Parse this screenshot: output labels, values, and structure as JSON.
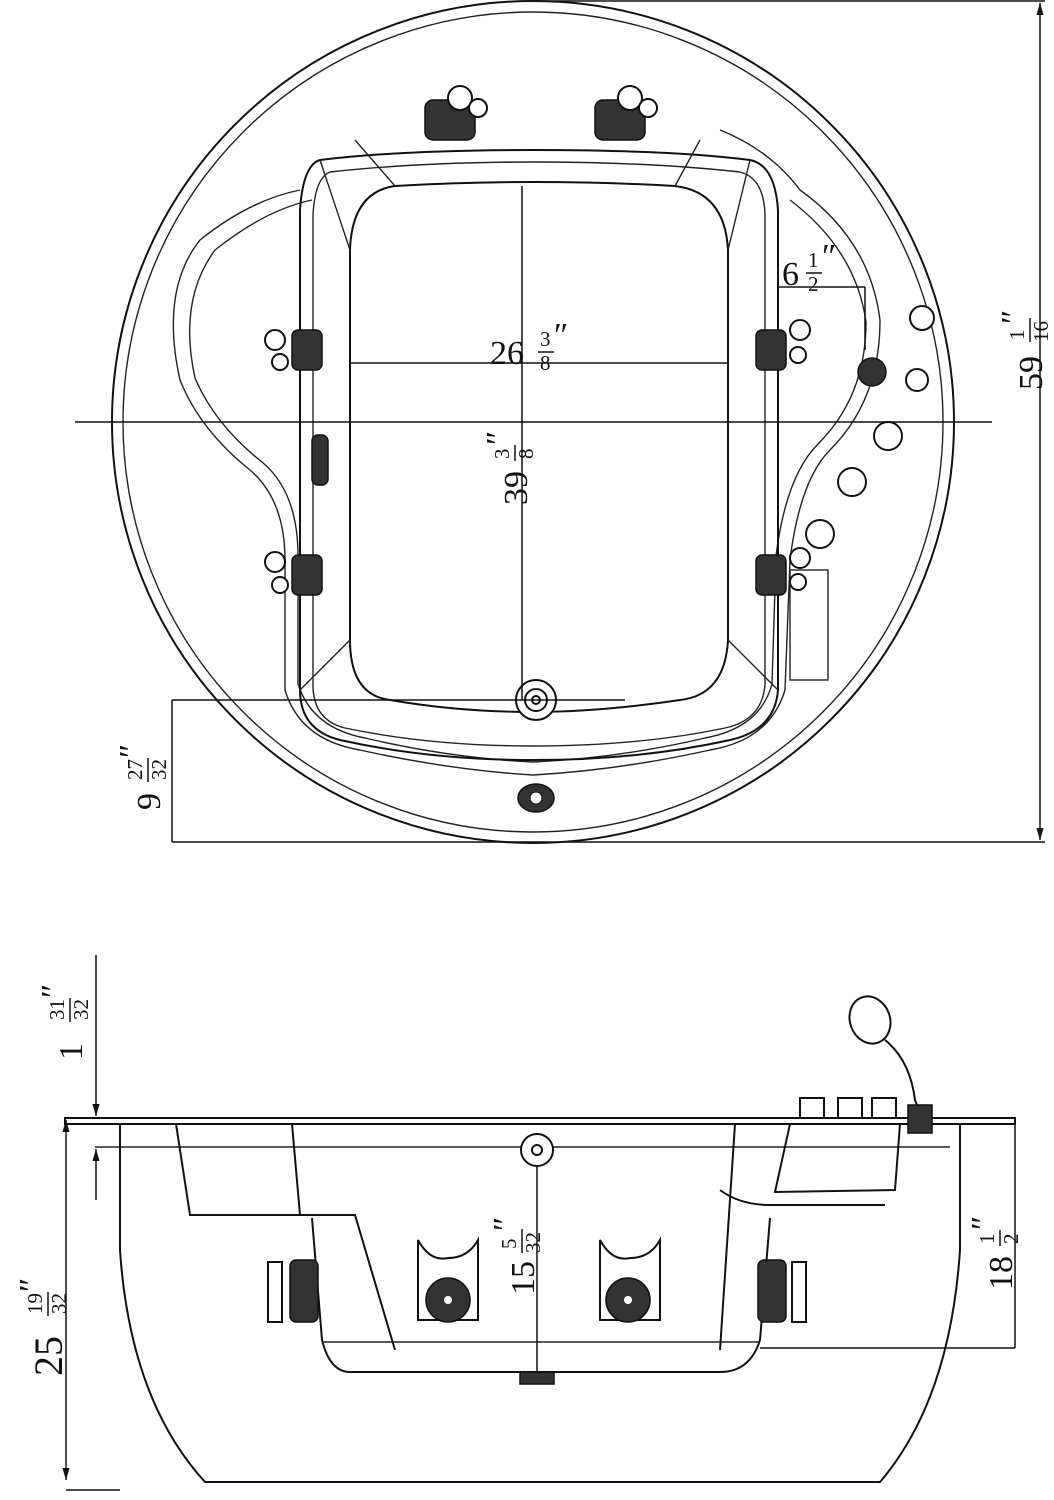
{
  "title": "Round whirlpool bathtub dimension drawing",
  "colors": {
    "line": "#111111",
    "background": "#ffffff"
  },
  "top_view": {
    "overall_diameter": {
      "whole": "59",
      "num": "1",
      "den": "16",
      "unit": "″"
    },
    "basin_length": {
      "whole": "39",
      "num": "3",
      "den": "8",
      "unit": "″"
    },
    "basin_width": {
      "whole": "26",
      "num": "3",
      "den": "8",
      "unit": "″"
    },
    "deck_width": {
      "whole": "6",
      "num": "1",
      "den": "2",
      "unit": "″"
    },
    "drain_offset": {
      "whole": "9",
      "num": "27",
      "den": "32",
      "unit": "″"
    }
  },
  "side_view": {
    "rim_thickness": {
      "whole": "1",
      "num": "31",
      "den": "32",
      "unit": "″"
    },
    "overall_height": {
      "whole": "25",
      "num": "19",
      "den": "32",
      "unit": "″"
    },
    "water_depth": {
      "whole": "15",
      "num": "5",
      "den": "32",
      "unit": "″"
    },
    "interior_depth": {
      "whole": "18",
      "num": "1",
      "den": "2",
      "unit": "″"
    }
  }
}
